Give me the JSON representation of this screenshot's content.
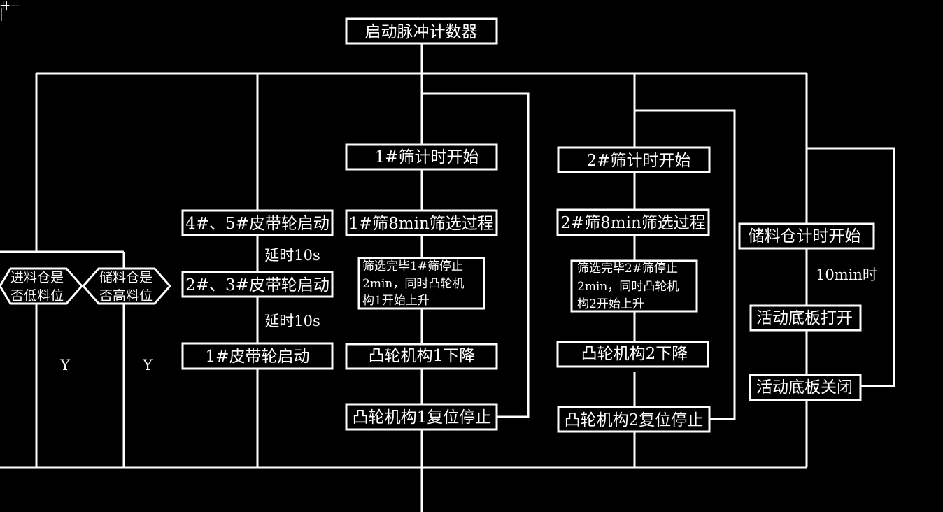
{
  "colors": {
    "background": "#000000",
    "line": "#ffffff",
    "text": "#ffffff"
  },
  "corner_mark": "卄一",
  "start": {
    "label": "启动脉冲计数器"
  },
  "decisions": {
    "feed_bin": {
      "line1": "进料仓是",
      "line2": "否低料位",
      "branch": "Y"
    },
    "storage_bin": {
      "line1": "储料仓是",
      "line2": "否高料位",
      "branch": "Y"
    }
  },
  "belt_branch": {
    "step1": "4#、5#皮带轮启动",
    "delay1": "延时10s",
    "step2": "2#、3#皮带轮启动",
    "delay2": "延时10s",
    "step3": "1#皮带轮启动"
  },
  "screen1_branch": {
    "timer": "1#筛计时开始",
    "process": "1#筛8min筛选过程",
    "stop_line1": "筛选完毕1#筛停止",
    "stop_line2": "2min，同时凸轮机",
    "stop_line3": "构1开始上升",
    "lower": "凸轮机构1下降",
    "reset": "凸轮机构1复位停止"
  },
  "screen2_branch": {
    "timer": "2#筛计时开始",
    "process": "2#筛8min筛选过程",
    "stop_line1": "筛选完毕2#筛停止",
    "stop_line2": "2min，同时凸轮机",
    "stop_line3": "构2开始上升",
    "lower": "凸轮机构2下降",
    "reset": "凸轮机构2复位停止"
  },
  "storage_branch": {
    "timer": "储料仓计时开始",
    "condition": "10min时",
    "open": "活动底板打开",
    "close": "活动底板关闭"
  }
}
